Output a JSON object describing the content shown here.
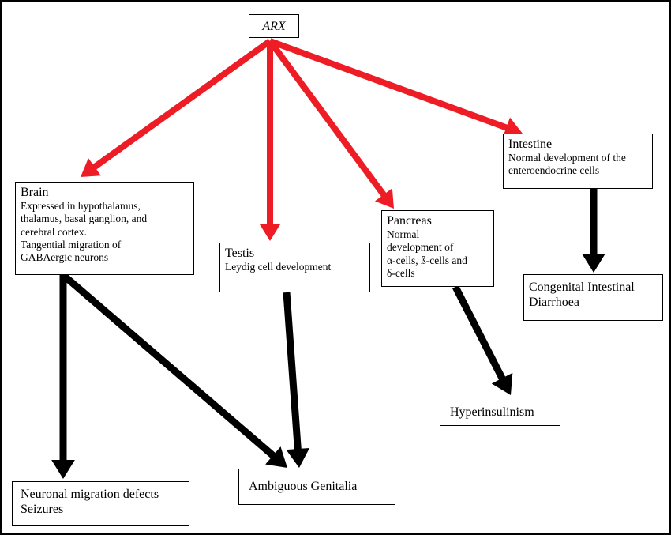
{
  "colors": {
    "regulates": "#ee1c25",
    "leads_to": "#000000"
  },
  "nodes": {
    "arx": {
      "title": "ARX"
    },
    "brain": {
      "title": "Brain",
      "desc": "Expressed in hypothalamus,\nthalamus, basal ganglion, and\ncerebral cortex.\nTangential migration of\nGABAergic neurons"
    },
    "testis": {
      "title": "Testis",
      "desc": "Leydig cell development"
    },
    "pancreas": {
      "title": "Pancreas",
      "desc": "Normal\ndevelopment of\nα-cells, ß-cells and\nδ-cells"
    },
    "intestine": {
      "title": "Intestine",
      "desc": "Normal development of the\nenteroendocrine cells"
    },
    "congenital_diarrhoea": {
      "label": "Congenital Intestinal\nDiarrhoea"
    },
    "hyperinsulinism": {
      "label": "Hyperinsulinism"
    },
    "ambiguous_genitalia": {
      "label": "Ambiguous Genitalia"
    },
    "neuronal_defects": {
      "label": "Neuronal migration defects\nSeizures"
    }
  },
  "edges": [
    {
      "from": "arx",
      "to": "brain",
      "kind": "regulates"
    },
    {
      "from": "arx",
      "to": "testis",
      "kind": "regulates"
    },
    {
      "from": "arx",
      "to": "pancreas",
      "kind": "regulates"
    },
    {
      "from": "arx",
      "to": "intestine",
      "kind": "regulates"
    },
    {
      "from": "brain",
      "to": "neuronal_defects",
      "kind": "leads_to"
    },
    {
      "from": "brain",
      "to": "ambiguous_genitalia",
      "kind": "leads_to"
    },
    {
      "from": "testis",
      "to": "ambiguous_genitalia",
      "kind": "leads_to"
    },
    {
      "from": "pancreas",
      "to": "hyperinsulinism",
      "kind": "leads_to"
    },
    {
      "from": "intestine",
      "to": "congenital_diarrhoea",
      "kind": "leads_to"
    }
  ]
}
